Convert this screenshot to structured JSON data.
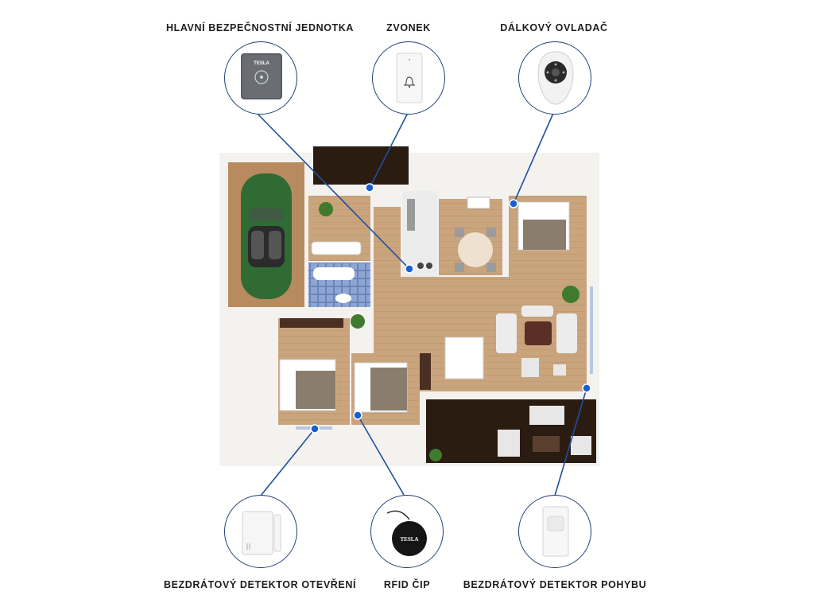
{
  "devices": [
    {
      "id": "main-unit",
      "label": "HLAVNÍ BEZPEČNOSTNÍ JEDNOTKA",
      "icon": "security-hub-icon",
      "brand": "TESLA"
    },
    {
      "id": "doorbell",
      "label": "ZVONEK",
      "icon": "doorbell-icon"
    },
    {
      "id": "remote",
      "label": "DÁLKOVÝ OVLADAČ",
      "icon": "remote-control-icon"
    },
    {
      "id": "door-sensor",
      "label": "BEZDRÁTOVÝ DETEKTOR OTEVŘENÍ",
      "icon": "door-sensor-icon"
    },
    {
      "id": "rfid",
      "label": "RFID ČIP",
      "icon": "rfid-tag-icon",
      "brand": "TESLA"
    },
    {
      "id": "motion",
      "label": "BEZDRÁTOVÝ DETEKTOR POHYBU",
      "icon": "motion-detector-icon"
    }
  ],
  "colors": {
    "connector": "#1f4f9e",
    "dot": "#1a5fd1",
    "floor": "#c8a27a",
    "car": "#2f6b33"
  }
}
